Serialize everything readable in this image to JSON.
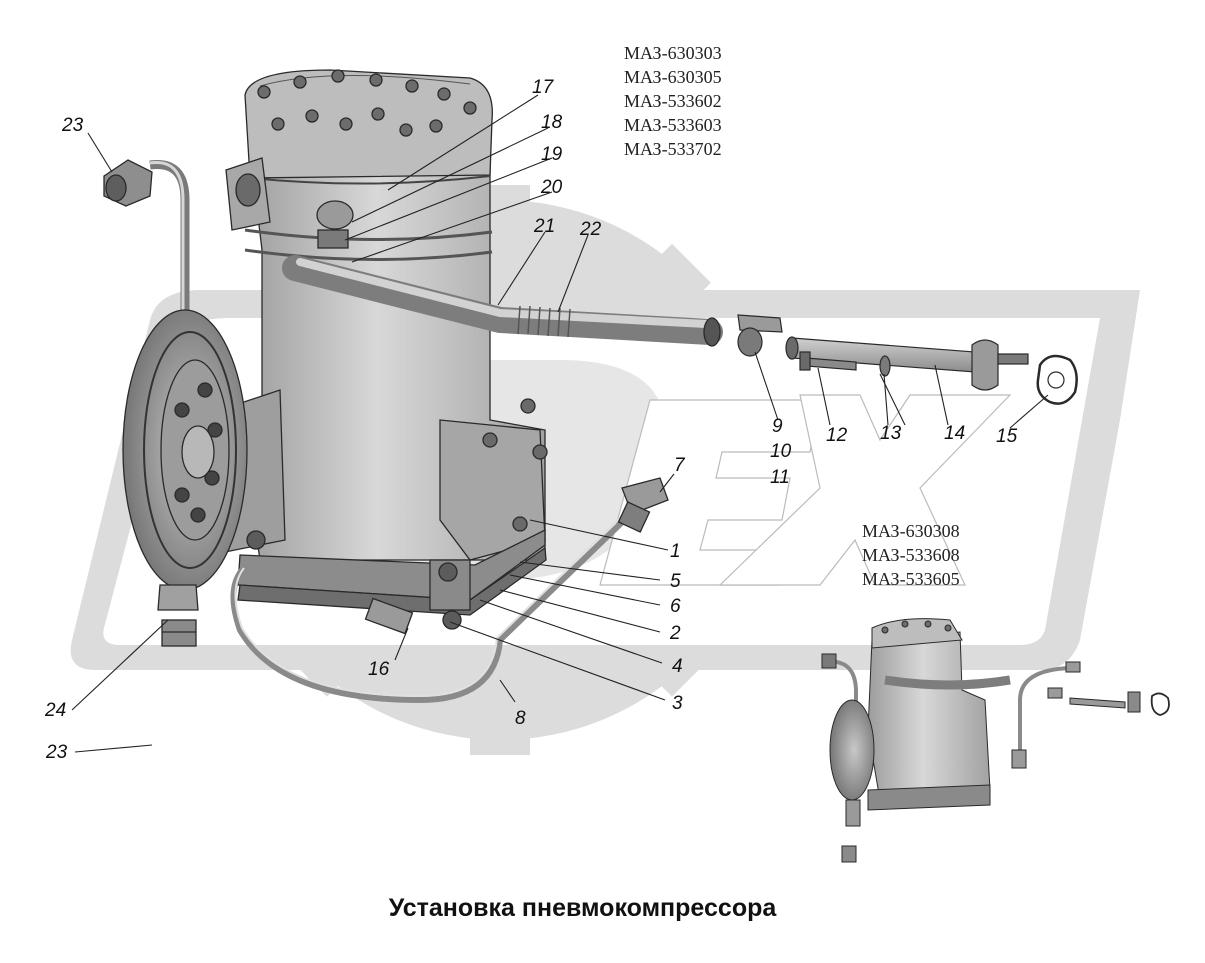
{
  "title": "Установка пневмокомпрессора",
  "models_top": [
    "МАЗ-630303",
    "МАЗ-630305",
    "МАЗ-533602",
    "МАЗ-533603",
    "МАЗ-533702"
  ],
  "models_bottom": [
    "МАЗ-630308",
    "МАЗ-533608",
    "МАЗ-533605"
  ],
  "callouts": {
    "c1": "1",
    "c2": "2",
    "c3": "3",
    "c4": "4",
    "c5": "5",
    "c6": "6",
    "c7": "7",
    "c8": "8",
    "c9": "9",
    "c10": "10",
    "c11": "11",
    "c12": "12",
    "c13": "13",
    "c14": "14",
    "c15": "15",
    "c16": "16",
    "c17": "17",
    "c18": "18",
    "c19": "19",
    "c20": "20",
    "c21": "21",
    "c22": "22",
    "c23a": "23",
    "c23b": "23",
    "c24": "24"
  },
  "watermark_text": "DEX",
  "colors": {
    "watermark": "#dcdcdc",
    "metal": "#c4c4c4",
    "metal_dark": "#8a8a8a",
    "ink": "#111111"
  }
}
